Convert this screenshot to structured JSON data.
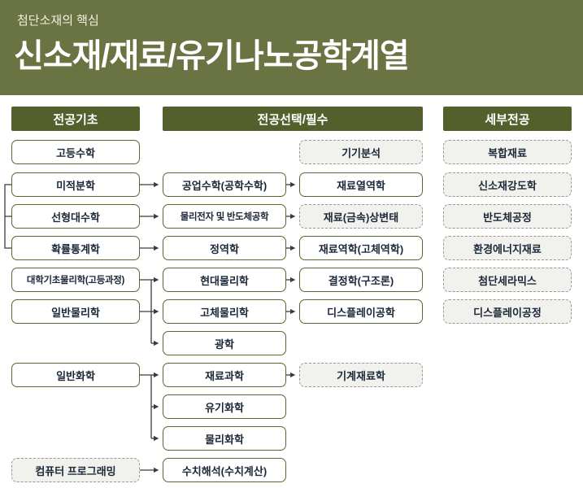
{
  "header": {
    "subtitle": "첨단소재의 핵심",
    "title": "신소재/재료/유기나노공학계열"
  },
  "columns": {
    "basics": {
      "header": "전공기초",
      "items": [
        "고등수학",
        "미적분학",
        "선형대수학",
        "확률통계학",
        "대학기초물리학(고등과정)",
        "일반물리학",
        "일반화학",
        "컴퓨터 프로그래밍"
      ]
    },
    "major": {
      "header": "전공선택/필수",
      "left_items": [
        "공업수학(공학수학)",
        "물리전자 및 반도체공학",
        "정역학",
        "현대물리학",
        "고체물리학",
        "광학",
        "재료과학",
        "유기화학",
        "물리화학",
        "수치해석(수치계산)"
      ],
      "right_items": [
        "기기분석",
        "재료열역학",
        "재료(금속)상변태",
        "재료역학(고체역학)",
        "결정학(구조론)",
        "디스플레이공학",
        "기계재료학"
      ]
    },
    "detail": {
      "header": "세부전공",
      "items": [
        "복합재료",
        "신소재강도학",
        "반도체공정",
        "환경에너지재료",
        "첨단세라믹스",
        "디스플레이공정"
      ]
    }
  },
  "colors": {
    "banner": "#6a7342",
    "column_header": "#53602c",
    "box_border": "#5a6733",
    "dashed_border": "#9a9a90",
    "dashed_fill": "#f1f1ed",
    "text": "#1b2838",
    "line": "#3c3c3c"
  }
}
